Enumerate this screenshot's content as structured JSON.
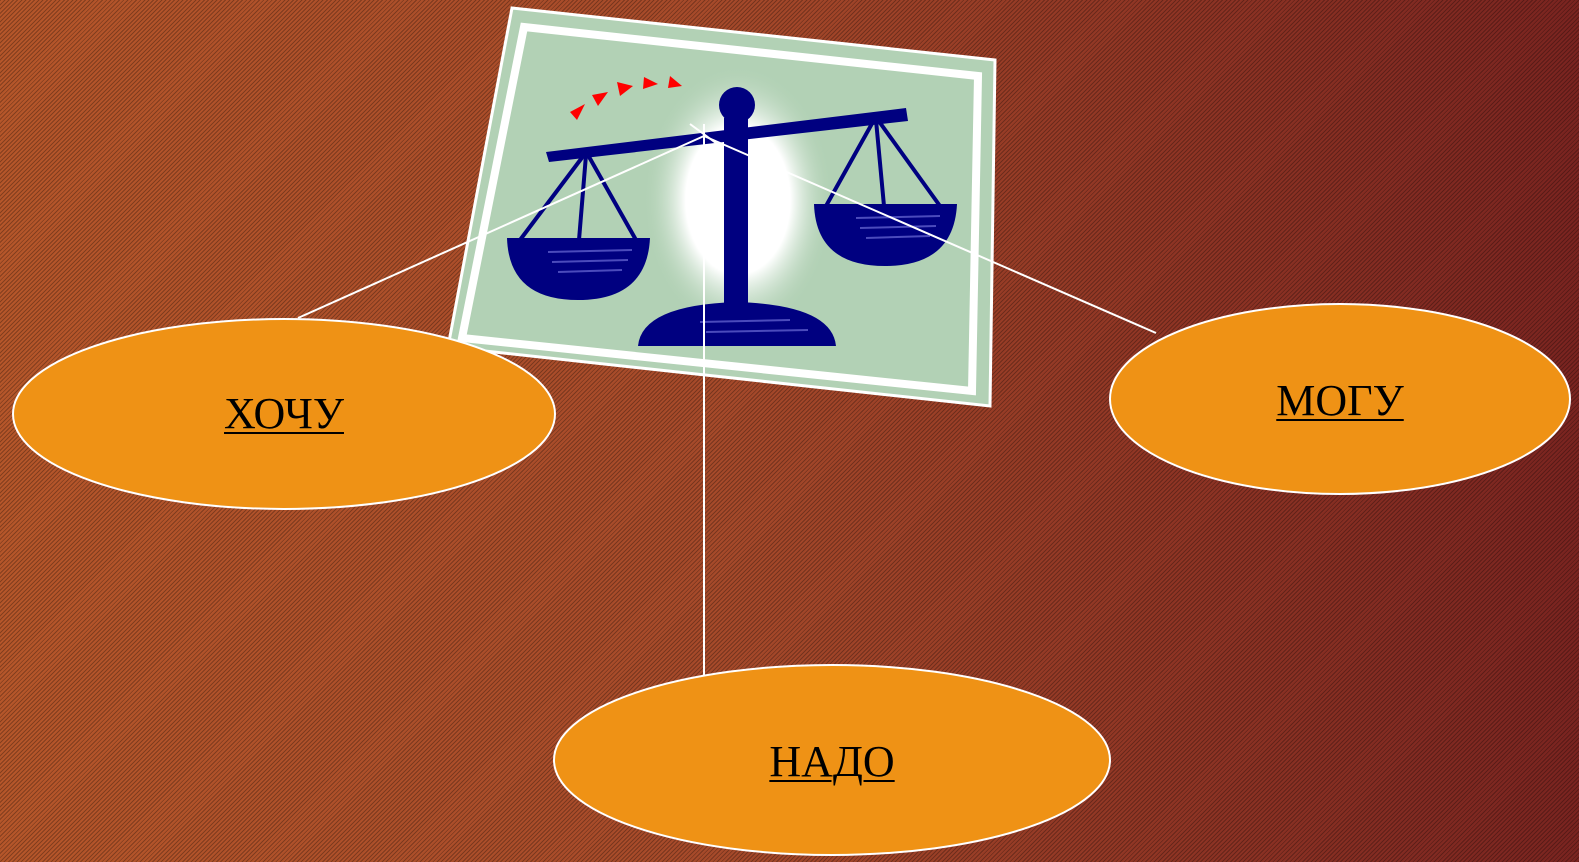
{
  "diagram": {
    "nodes": [
      {
        "id": "want",
        "label": "ХОЧУ"
      },
      {
        "id": "can",
        "label": "МОГУ"
      },
      {
        "id": "must",
        "label": "НАДО"
      }
    ],
    "center_image": "scales-of-justice-picture",
    "connectors": [
      "scales-to-want",
      "scales-to-can",
      "scales-to-must"
    ]
  },
  "colors": {
    "oval_fill": "#ef9215",
    "oval_stroke": "#ffffff",
    "connector": "#ffffff",
    "scales": "#000080",
    "picture_background": "#b2d1b5",
    "picture_frame": "#ffffff",
    "accent_marks": "#ff0000"
  }
}
